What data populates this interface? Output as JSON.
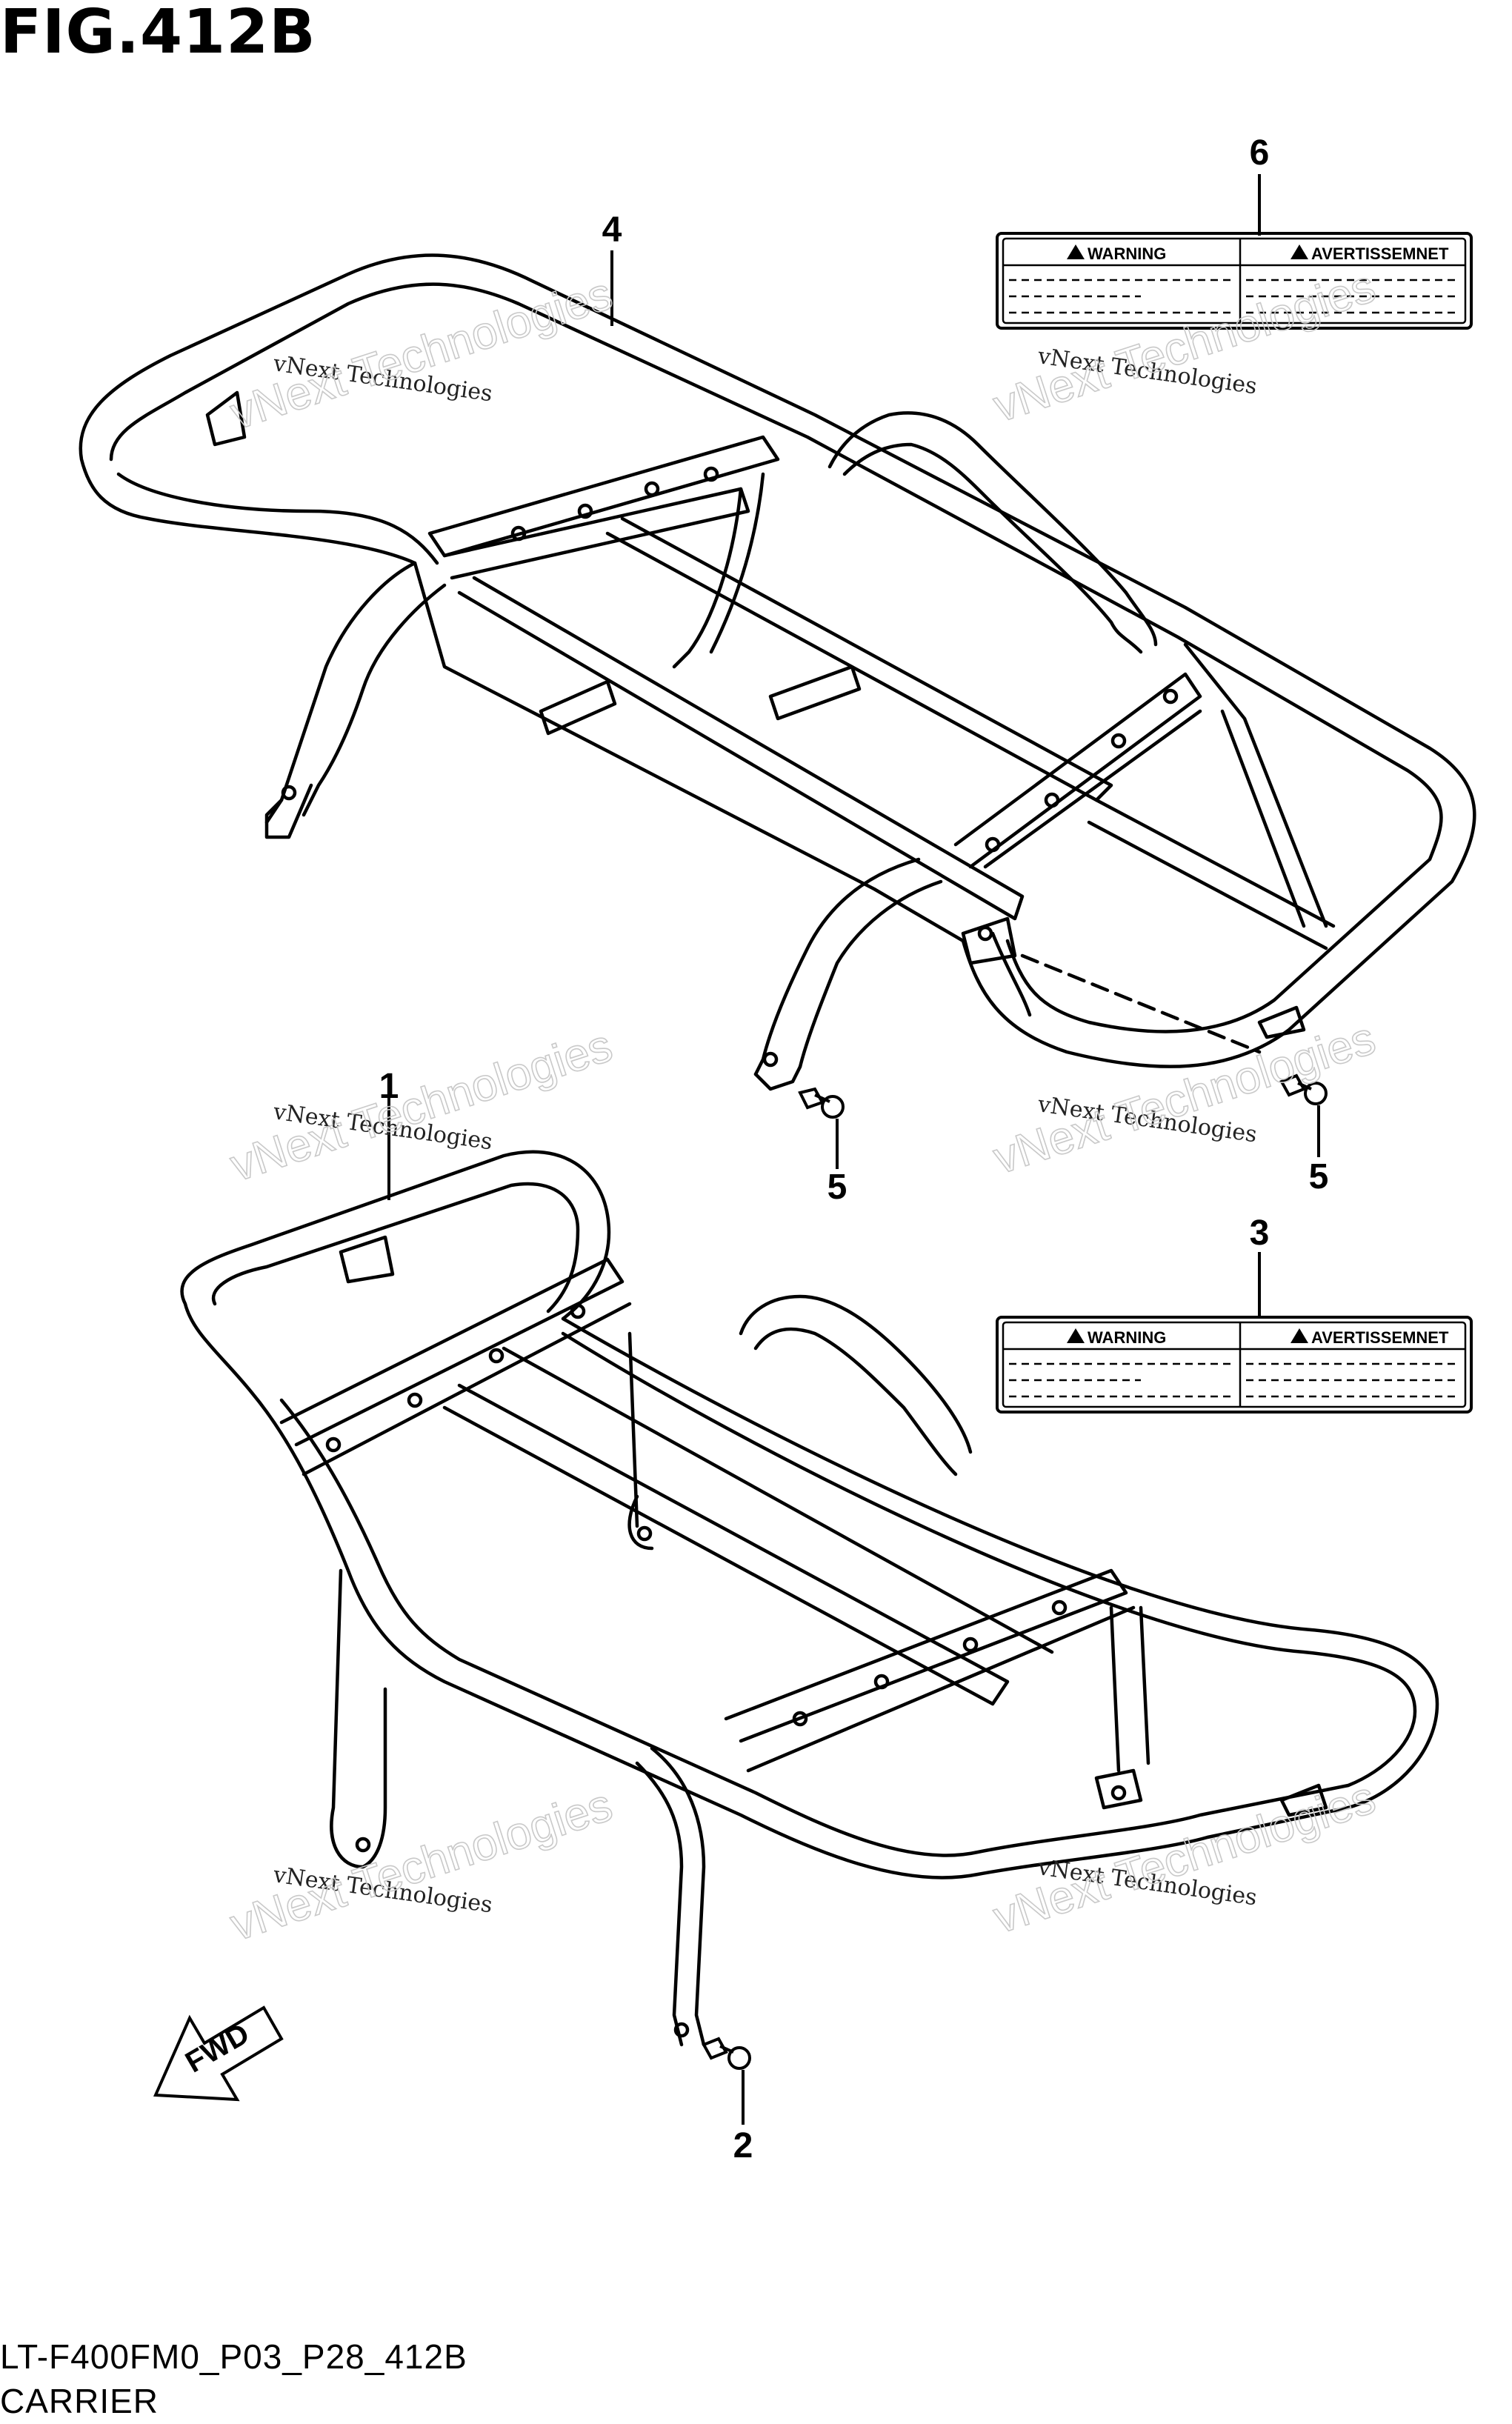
{
  "figure": {
    "title": "FIG.412B",
    "code": "LT-F400FM0_P03_P28_412B",
    "name": "CARRIER"
  },
  "callouts": [
    "4",
    "6",
    "1",
    "3",
    "5",
    "5",
    "2"
  ],
  "labels": {
    "warning": "WARNING",
    "avertissement": "AVERTISSEMNET"
  },
  "fwd_arrow": "FWD",
  "watermark": {
    "line1": "vNext Technologies",
    "line2": "vNext Technologies"
  }
}
